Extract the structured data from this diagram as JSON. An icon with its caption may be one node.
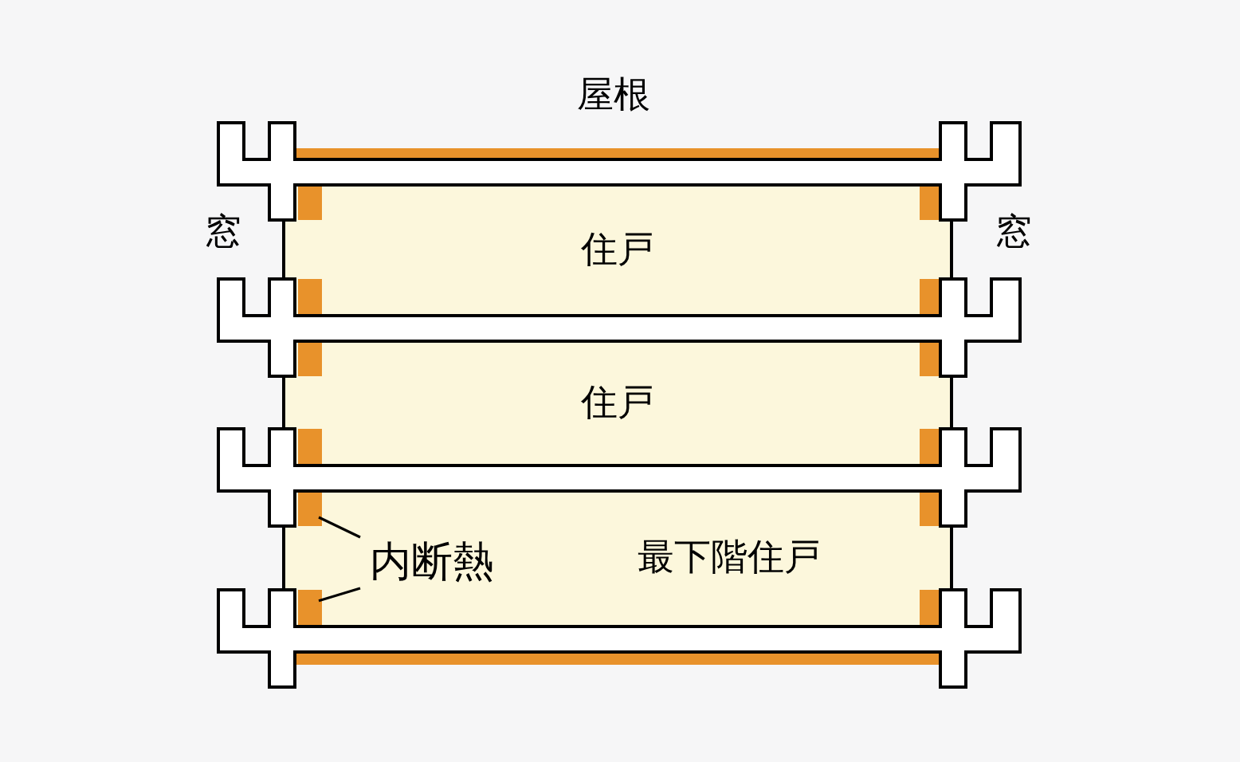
{
  "diagram": {
    "nodes": [
      {
        "text": [
          "住戸"
        ]
      },
      {
        "text": [
          "住戸"
        ]
      },
      {
        "text": [
          "最下階住戸"
        ]
      },
      {
        "text": [
          "内断熱"
        ],
        "in": 2
      },
      {
        "text": [],
        "shape": "bar",
        "in": 0
      },
      {
        "text": [],
        "shape": "bar",
        "in": 0
      },
      {
        "text": [],
        "shape": "bar",
        "in": 0
      },
      {
        "text": [],
        "shape": "bar",
        "in": 0
      },
      {
        "text": [],
        "shape": "bar",
        "in": 1
      },
      {
        "text": [],
        "shape": "bar",
        "in": 1
      },
      {
        "text": [],
        "shape": "bar",
        "in": 1
      },
      {
        "text": [],
        "shape": "bar",
        "in": 1
      },
      {
        "text": [],
        "shape": "bar",
        "in": 2
      },
      {
        "text": [],
        "shape": "bar",
        "in": 2
      },
      {
        "text": [],
        "shape": "bar",
        "in": 2
      },
      {
        "text": [],
        "shape": "bar",
        "in": 2
      }
    ],
    "edges": [
      {
        "from": 3,
        "to": 12,
        "arrow": "none"
      },
      {
        "from": 3,
        "to": 14,
        "arrow": "none"
      }
    ],
    "labels": [
      "屋根",
      "窓",
      "窓"
    ]
  }
}
